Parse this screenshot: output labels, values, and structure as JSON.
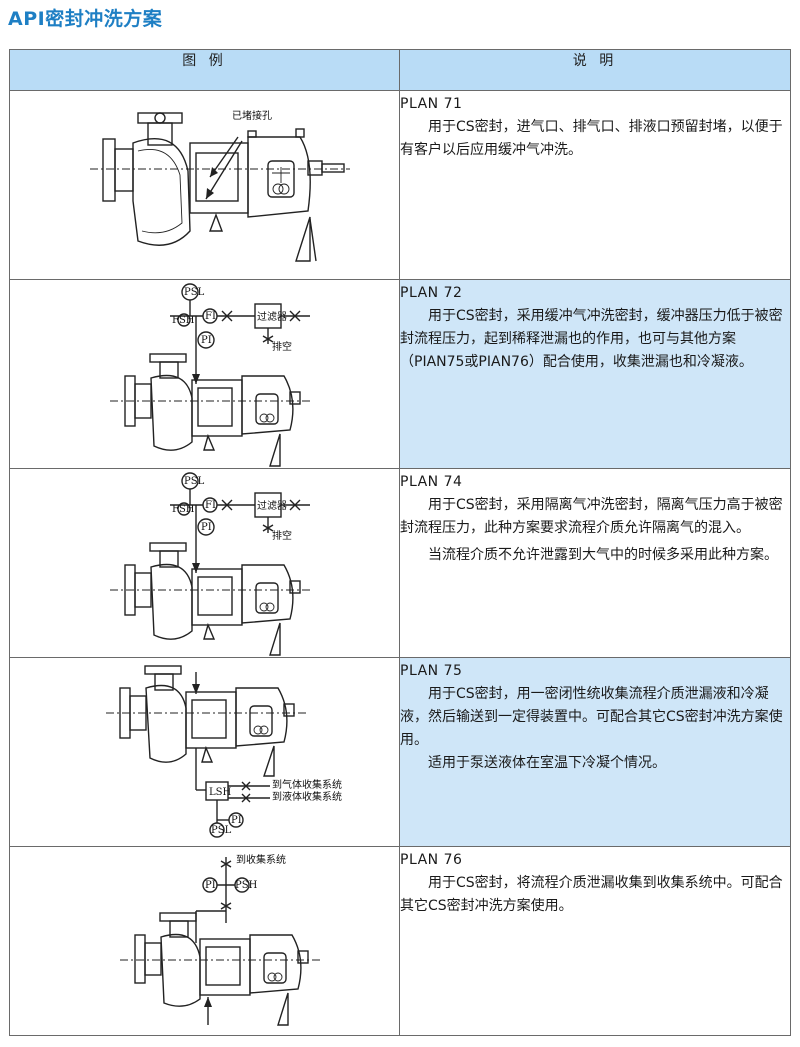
{
  "page_title": "API密封冲洗方案",
  "table": {
    "header_figure": "图 例",
    "header_desc": "说 明"
  },
  "rows": [
    {
      "plan": "PLAN 71",
      "paragraphs": [
        "用于CS密封，进气口、排气口、排液口预留封堵，以便于有客户以后应用缓冲气冲洗。"
      ],
      "figure_labels": [
        "已堵接孔"
      ]
    },
    {
      "plan": "PLAN 72",
      "paragraphs": [
        "用于CS密封，采用缓冲气冲洗密封，缓冲器压力低于被密封流程压力，起到稀释泄漏也的作用，也可与其他方案（PIAN75或PIAN76）配合使用，收集泄漏也和冷凝液。"
      ],
      "figure_labels": [
        "PSL",
        "FSH",
        "FI",
        "PI",
        "过滤器",
        "排空"
      ]
    },
    {
      "plan": "PLAN 74",
      "paragraphs": [
        "用于CS密封，采用隔离气冲洗密封，隔离气压力高于被密封流程压力，此种方案要求流程介质允许隔离气的混入。",
        "当流程介质不允许泄露到大气中的时候多采用此种方案。"
      ],
      "figure_labels": [
        "PSL",
        "FSH",
        "FI",
        "PI",
        "过滤器",
        "排空"
      ]
    },
    {
      "plan": "PLAN 75",
      "paragraphs": [
        "用于CS密封，用一密闭性统收集流程介质泄漏液和冷凝液，然后输送到一定得装置中。可配合其它CS密封冲洗方案使用。",
        "适用于泵送液体在室温下冷凝个情况。"
      ],
      "figure_labels": [
        "LSH",
        "PSL",
        "PI",
        "到气体收集系统",
        "到液体收集系统"
      ]
    },
    {
      "plan": "PLAN 76",
      "paragraphs": [
        "用于CS密封，将流程介质泄漏收集到收集系统中。可配合其它CS密封冲洗方案使用。"
      ],
      "figure_labels": [
        "PI",
        "PSH",
        "到收集系统"
      ]
    }
  ],
  "colors": {
    "title": "#1e7fc4",
    "header_bg": "#b9dcf6",
    "highlight_bg": "#cfe6f8"
  }
}
